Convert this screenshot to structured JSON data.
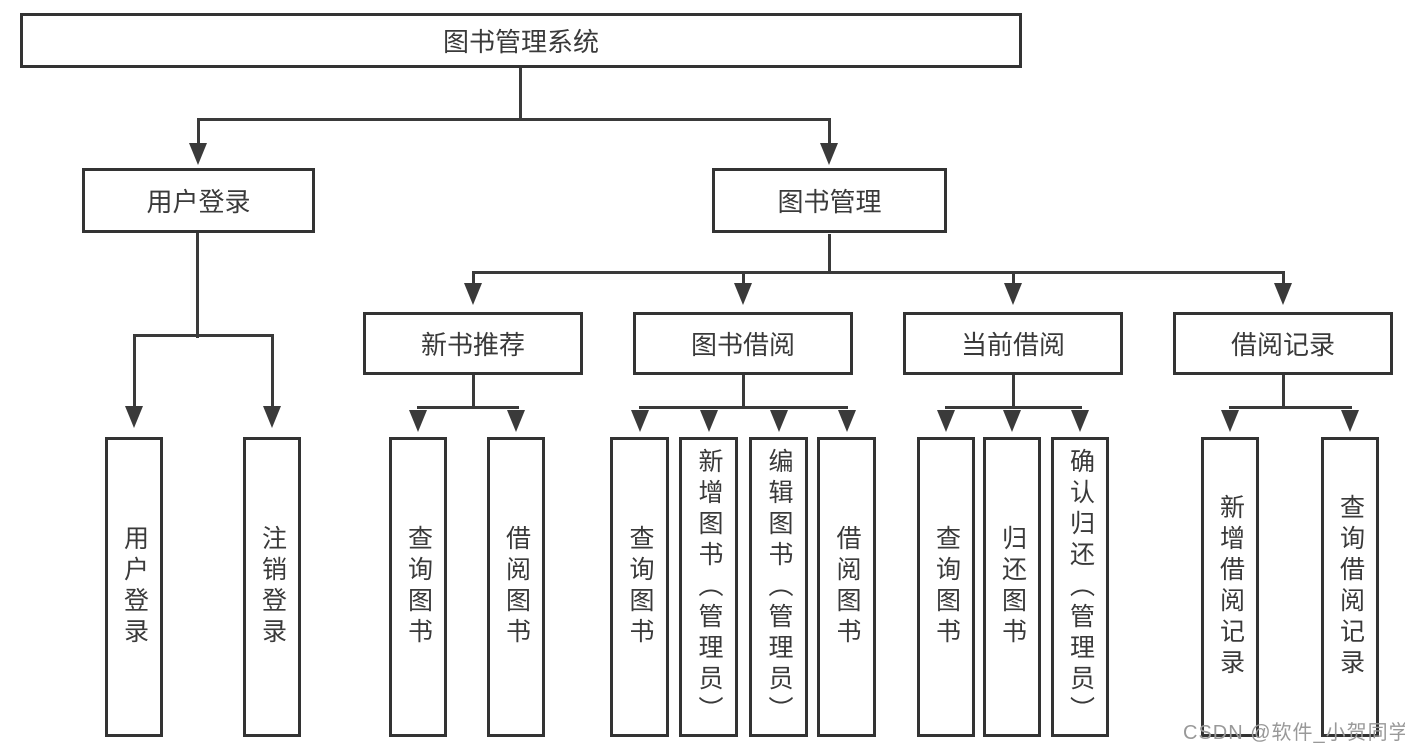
{
  "tree": {
    "label": "图书管理系统",
    "children": [
      {
        "label": "用户登录",
        "children": [
          {
            "label": "用户登录"
          },
          {
            "label": "注销登录"
          }
        ]
      },
      {
        "label": "图书管理",
        "children": [
          {
            "label": "新书推荐",
            "children": [
              {
                "label": "查询图书"
              },
              {
                "label": "借阅图书"
              }
            ]
          },
          {
            "label": "图书借阅",
            "children": [
              {
                "label": "查询图书"
              },
              {
                "label": "新增图书（管理员）"
              },
              {
                "label": "编辑图书（管理员）"
              },
              {
                "label": "借阅图书"
              }
            ]
          },
          {
            "label": "当前借阅",
            "children": [
              {
                "label": "查询图书"
              },
              {
                "label": "归还图书"
              },
              {
                "label": "确认归还（管理员）"
              }
            ]
          },
          {
            "label": "借阅记录",
            "children": [
              {
                "label": "新增借阅记录"
              },
              {
                "label": "查询借阅记录"
              }
            ]
          }
        ]
      }
    ]
  },
  "watermark": "CSDN @软件_小贺同学",
  "colors": {
    "line": "#3a3a3a",
    "text": "#333333",
    "watermark": "#999999",
    "background": "#ffffff"
  }
}
